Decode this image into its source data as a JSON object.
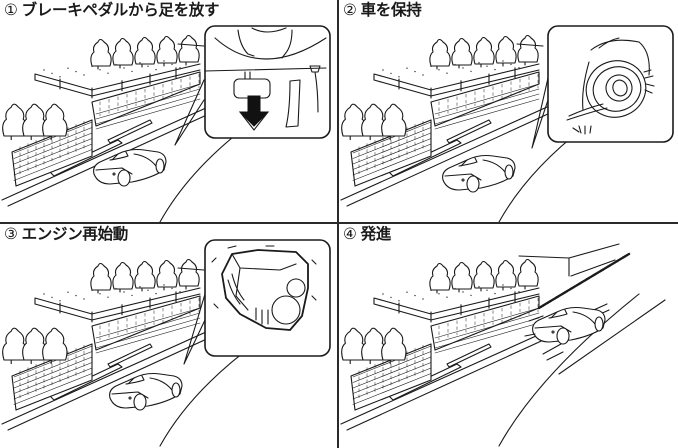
{
  "figure": {
    "description": "Four-step illustration of vehicle hill-hold / idle-stop restart sequence",
    "panels": [
      {
        "number": "①",
        "title": "ブレーキペダルから足を放す",
        "inset": "brake-pedal-release"
      },
      {
        "number": "②",
        "title": "車を保持",
        "inset": "brake-caliper-holding"
      },
      {
        "number": "③",
        "title": "エンジン再始動",
        "inset": "engine-restart"
      },
      {
        "number": "④",
        "title": "発進",
        "inset": "none"
      }
    ]
  },
  "colors": {
    "line": "#1a1a1a",
    "background": "#ffffff",
    "divider": "#2a2a2a"
  }
}
